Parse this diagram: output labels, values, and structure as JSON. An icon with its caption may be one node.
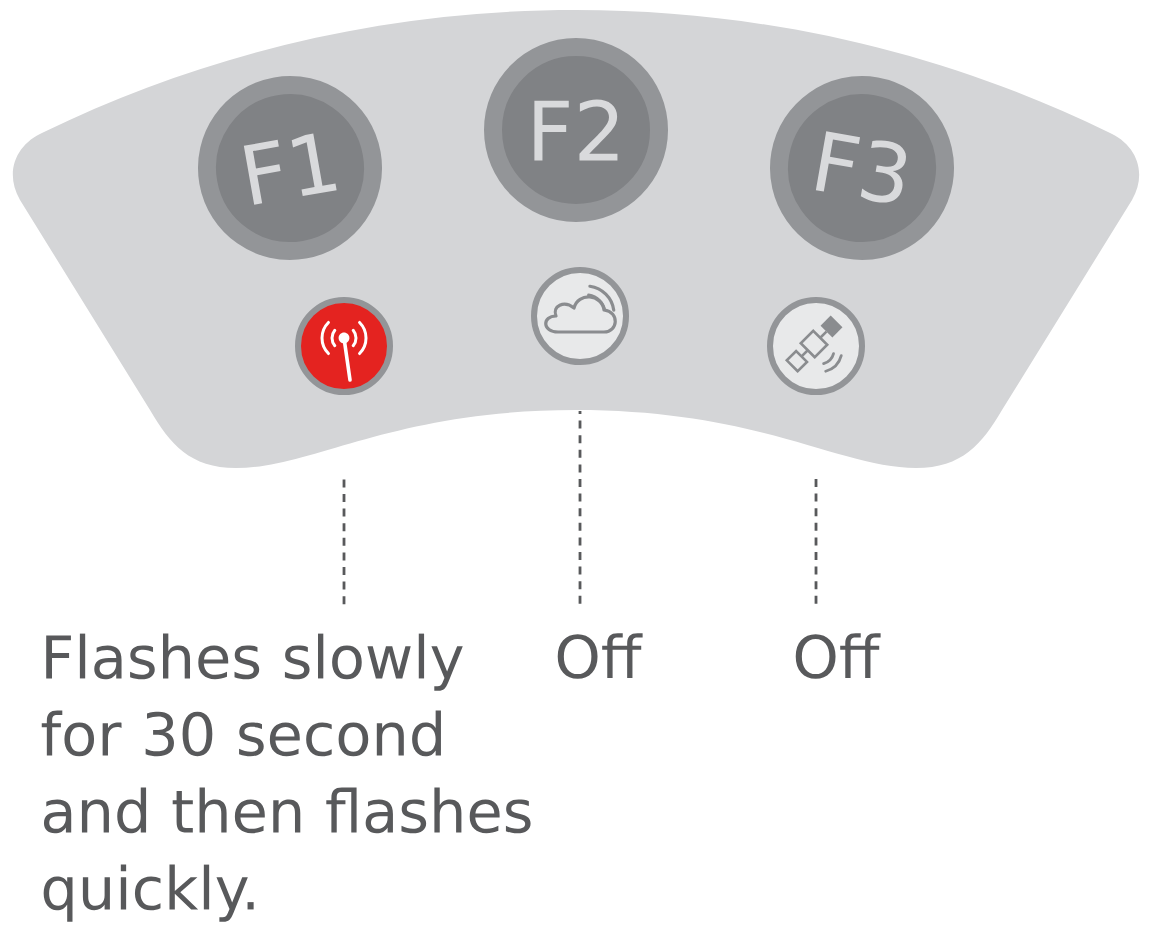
{
  "diagram": {
    "nodes": [
      {
        "text": [],
        "shape": "band"
      },
      {
        "text": [
          "F1"
        ],
        "in": 0
      },
      {
        "text": [
          "F2"
        ],
        "in": 0
      },
      {
        "text": [
          "F3"
        ],
        "in": 0
      },
      {
        "text": [],
        "shape": "picture",
        "in": 0
      },
      {
        "text": [],
        "shape": "picture",
        "in": 0
      },
      {
        "text": [],
        "shape": "picture",
        "in": 0
      },
      {
        "text": [
          "Flashes slowly for 30 second and then flashes quickly."
        ]
      },
      {
        "text": [
          "Off"
        ]
      },
      {
        "text": [
          "Off"
        ]
      }
    ],
    "edges": [
      {
        "from": 7,
        "to": 4,
        "arrow": "none",
        "style": "dashed"
      },
      {
        "from": 8,
        "to": 5,
        "arrow": "none",
        "style": "dashed"
      },
      {
        "from": 9,
        "to": 6,
        "arrow": "none",
        "style": "dashed"
      }
    ]
  }
}
